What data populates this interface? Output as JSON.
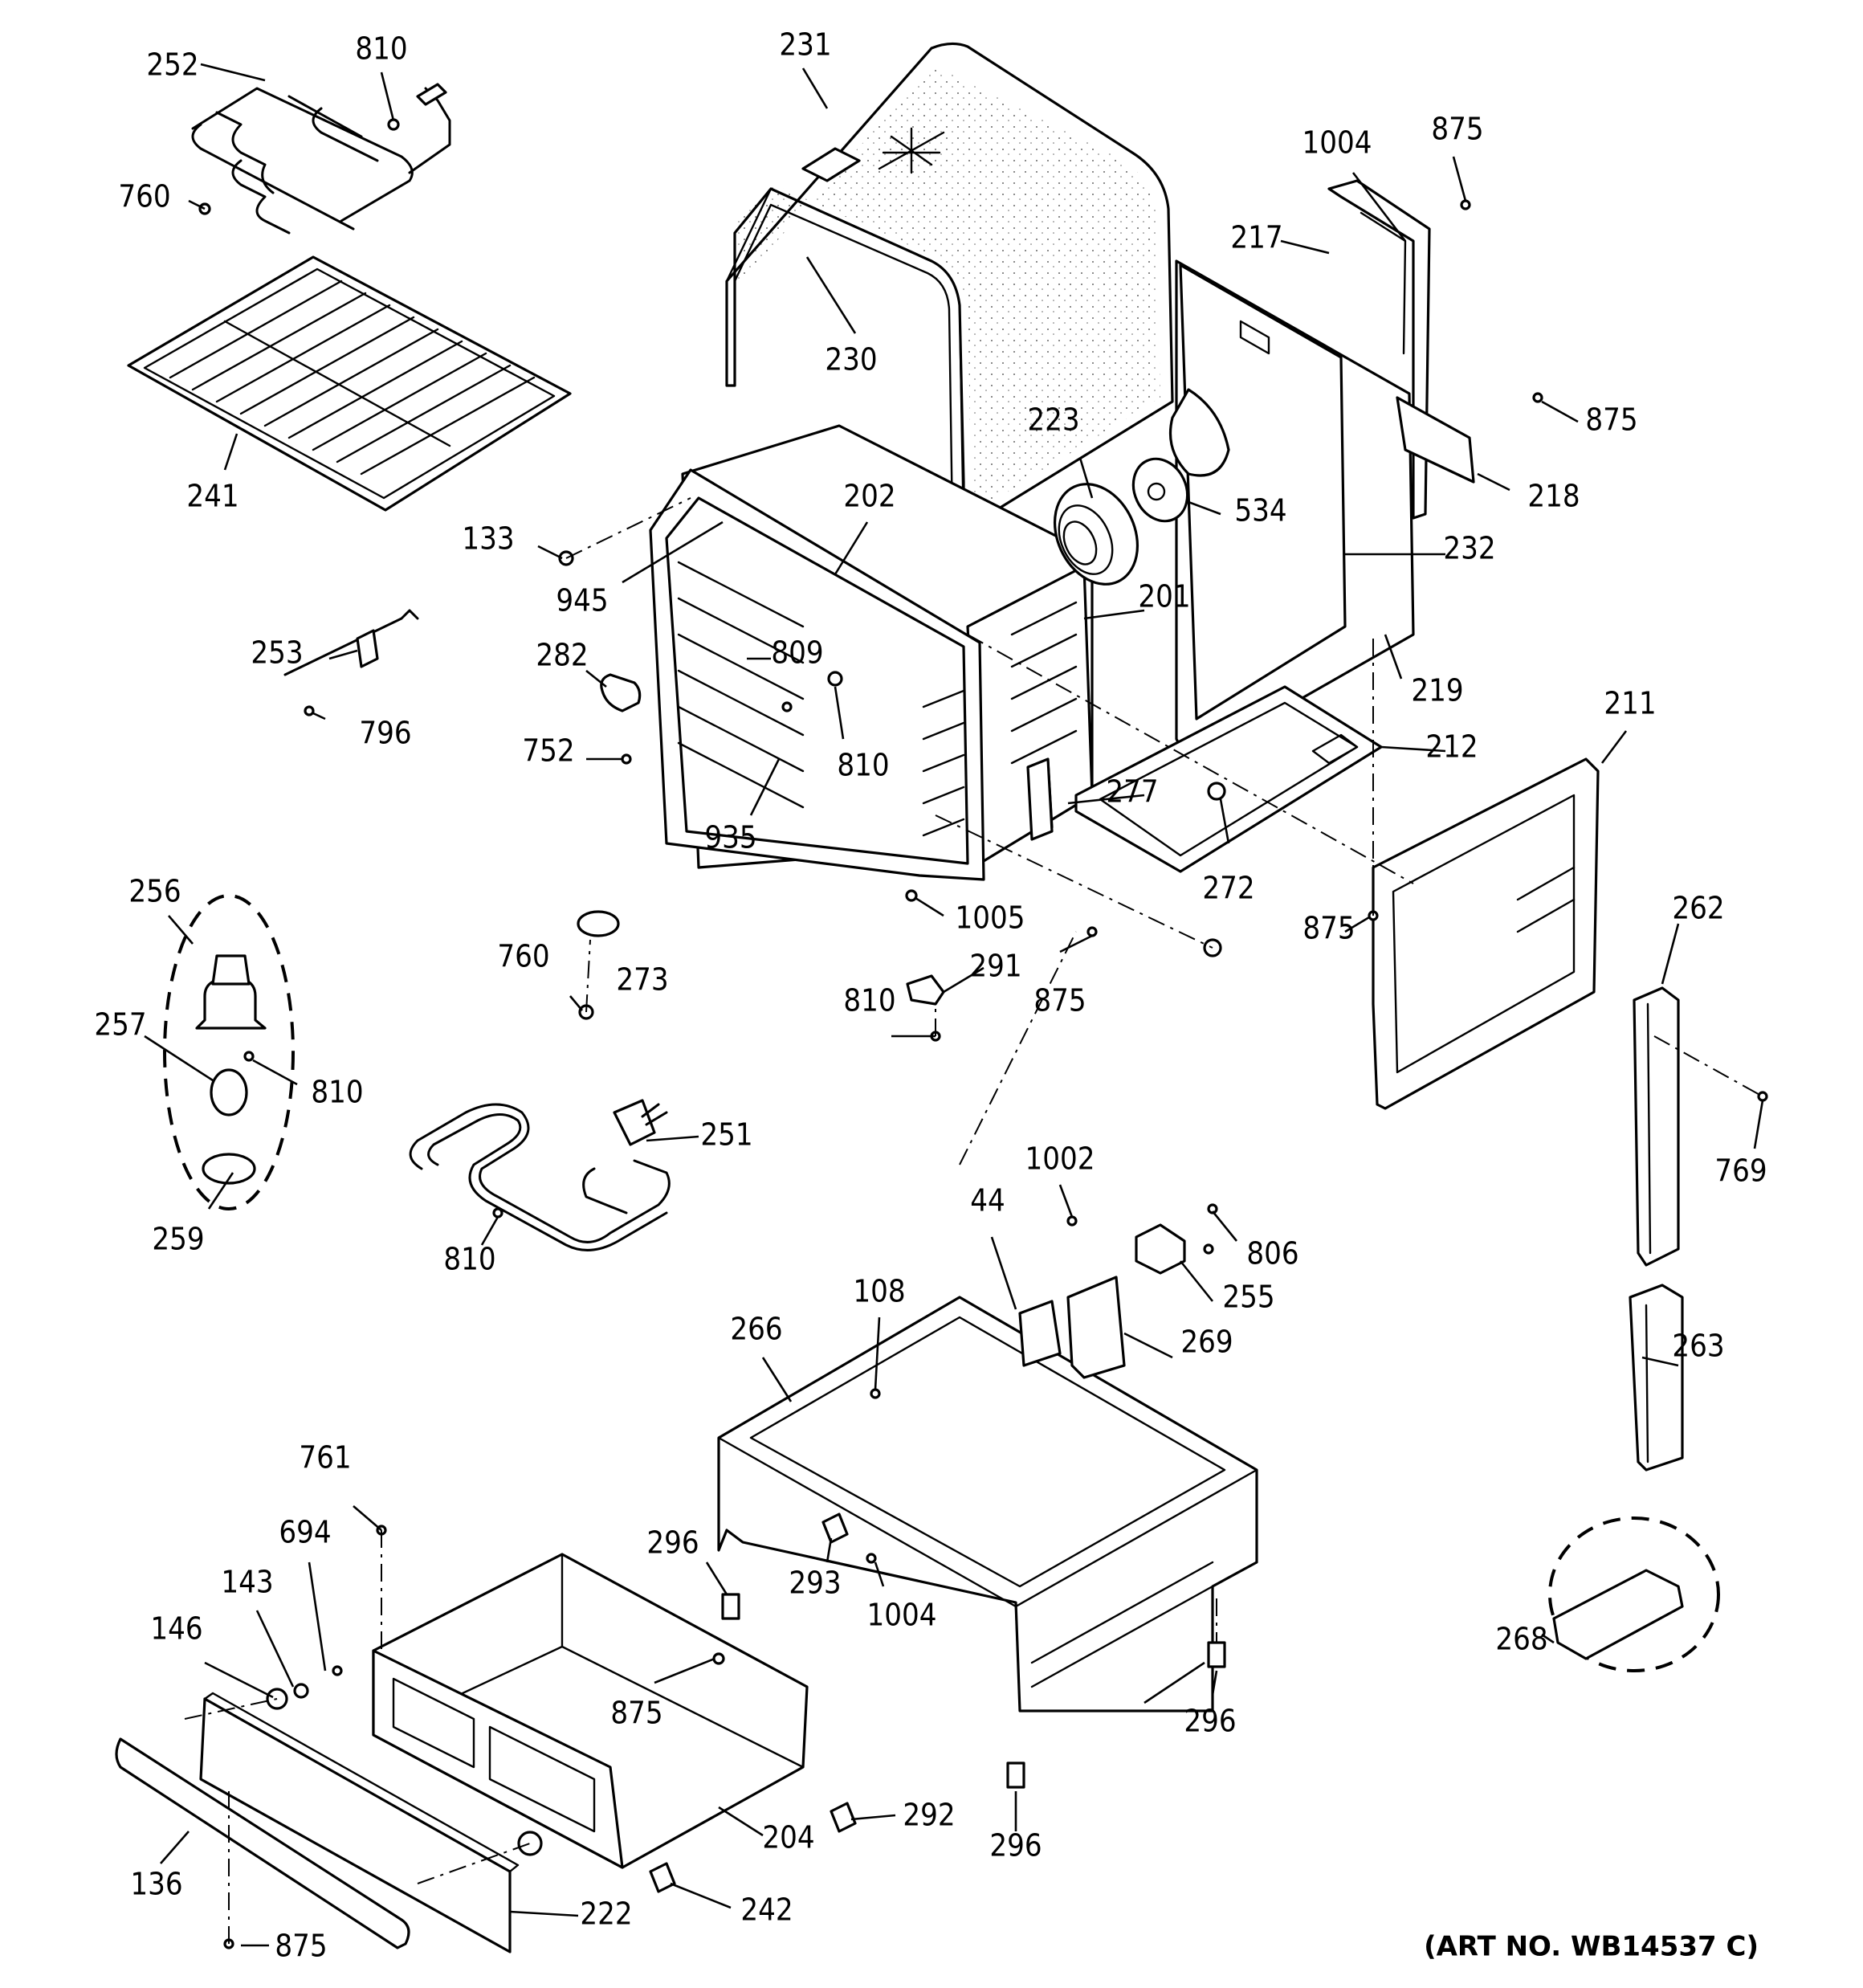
{
  "art_number": "(ART NO. WB14537 C)",
  "callouts": {
    "c252": "252",
    "c810a": "810",
    "c231": "231",
    "c760a": "760",
    "c241": "241",
    "c230": "230",
    "c1004a": "1004",
    "c875a": "875",
    "c217": "217",
    "c875b": "875",
    "c218": "218",
    "c223": "223",
    "c534": "534",
    "c232": "232",
    "c202": "202",
    "c133": "133",
    "c945": "945",
    "c201": "201",
    "c219": "219",
    "c253": "253",
    "c796": "796",
    "c282": "282",
    "c809": "809",
    "c752": "752",
    "c810b": "810",
    "c935": "935",
    "c212": "212",
    "c211": "211",
    "c277": "277",
    "c272": "272",
    "c256": "256",
    "c1005": "1005",
    "c875c": "875",
    "c262": "262",
    "c760b": "760",
    "c273": "273",
    "c291": "291",
    "c810c": "810",
    "c875d": "875",
    "c257": "257",
    "c810d": "810",
    "c251": "251",
    "c769": "769",
    "c259": "259",
    "c810e": "810",
    "c1002": "1002",
    "c44": "44",
    "c806": "806",
    "c255": "255",
    "c108": "108",
    "c266": "266",
    "c269": "269",
    "c263": "263",
    "c761": "761",
    "c694": "694",
    "c296a": "296",
    "c143": "143",
    "c293": "293",
    "c1004b": "1004",
    "c146": "146",
    "c268": "268",
    "c296b": "296",
    "c875e": "875",
    "c292": "292",
    "c204": "204",
    "c296c": "296",
    "c136": "136",
    "c242": "242",
    "c222": "222",
    "c875f": "875"
  }
}
